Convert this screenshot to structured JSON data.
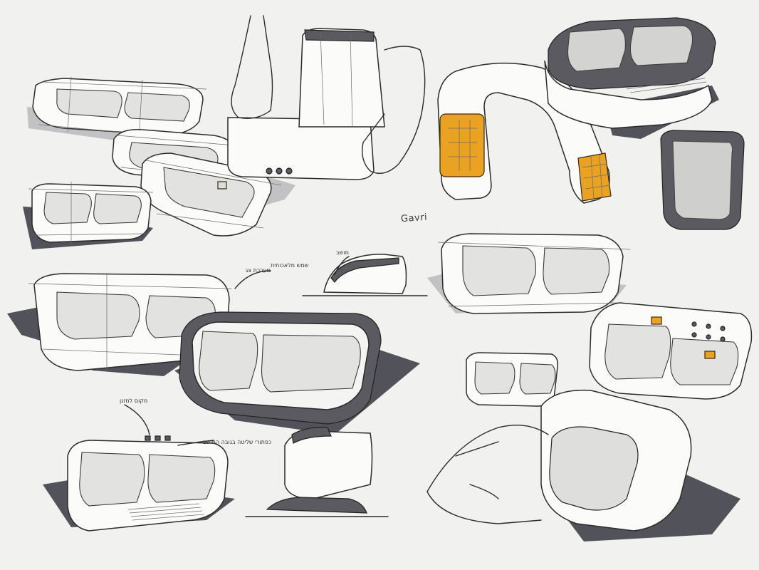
{
  "title": "",
  "signature": "Gavri",
  "notes": [
    "שמש מלאכותית",
    "מושב",
    "מערכת צג",
    "מקום למזגן",
    "כפתורי שליטה בגובה המושב"
  ],
  "colors": {
    "paper": "#f1f1ef",
    "ink": "#2b2b2b",
    "marker_dark": "#3a3b45",
    "accent_orange": "#e9a222"
  }
}
